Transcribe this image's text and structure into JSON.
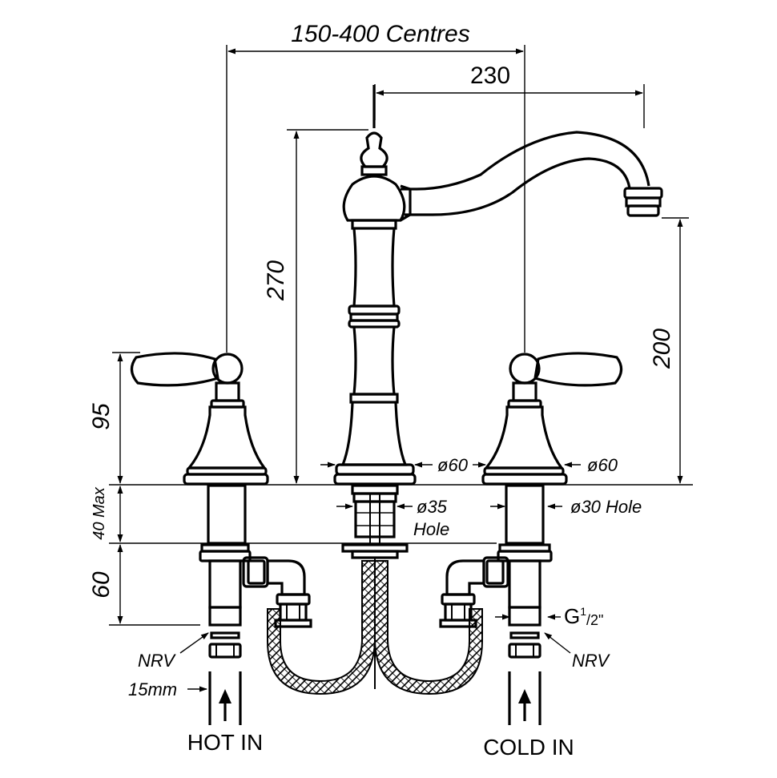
{
  "dimensions": {
    "centres": "150-400 Centres",
    "reach": "230",
    "height_total": "270",
    "spout_height": "200",
    "handle_height": "95",
    "deck_max": "40 Max",
    "tail_length": "60",
    "dia_spout_base": "ø60",
    "dia_handle_base": "ø60",
    "spout_hole_dia": "ø35",
    "spout_hole_word": "Hole",
    "handle_hole": "ø30 Hole",
    "thread_main": "G",
    "thread_sup": "1",
    "thread_sub": "/2\"",
    "pipe": "15mm"
  },
  "labels": {
    "nrv_left": "NRV",
    "nrv_right": "NRV",
    "hot_in": "HOT IN",
    "cold_in": "COLD IN"
  },
  "colors": {
    "ink": "#000000",
    "background": "#ffffff"
  }
}
